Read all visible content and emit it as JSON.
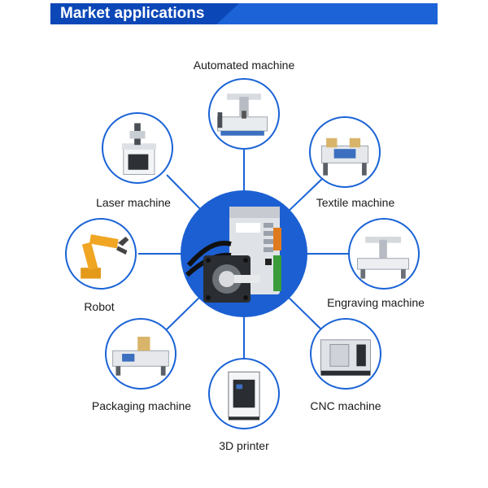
{
  "header": {
    "title": "Market applications"
  },
  "center": {
    "icon": "stepper-motor-driver-icon"
  },
  "applications": [
    {
      "label": "Automated machine",
      "icon": "cnc-router-icon"
    },
    {
      "label": "Laser machine",
      "icon": "laser-machine-icon"
    },
    {
      "label": "Textile machine",
      "icon": "textile-machine-icon"
    },
    {
      "label": "Robot",
      "icon": "robot-arm-icon"
    },
    {
      "label": "Engraving machine",
      "icon": "engraving-machine-icon"
    },
    {
      "label": "Packaging machine",
      "icon": "packaging-machine-icon"
    },
    {
      "label": "CNC machine",
      "icon": "cnc-machine-icon"
    },
    {
      "label": "3D printer",
      "icon": "3d-printer-icon"
    }
  ],
  "colors": {
    "accent": "#1c63d8",
    "accent_dark": "#0c47b7",
    "circle_border": "#1a63d6"
  }
}
